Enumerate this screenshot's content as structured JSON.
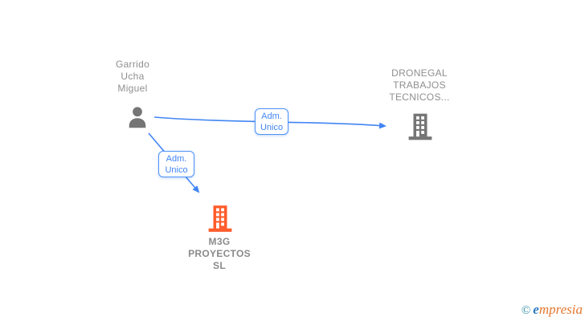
{
  "diagram": {
    "person": {
      "name_lines": [
        "Garrido",
        "Ucha",
        "Miguel"
      ]
    },
    "companies": {
      "dronegal": {
        "name_lines": [
          "DRONEGAL",
          "TRABAJOS",
          "TECNICOS..."
        ]
      },
      "m3g": {
        "name_lines": [
          "M3G",
          "PROYECTOS",
          "SL"
        ]
      }
    },
    "edge_labels": {
      "person_dronegal": {
        "line1": "Adm.",
        "line2": "Unico"
      },
      "person_m3g": {
        "line1": "Adm.",
        "line2": "Unico"
      }
    },
    "colors": {
      "edge_blue": "#4285f4",
      "edge_box_border": "#4f93f7",
      "node_gray": "#757575",
      "highlight_orange": "#ff5c2b",
      "label_gray": "#8f8f8f",
      "watermark_teal": "#2c8a9e",
      "watermark_blue": "#2f79c2",
      "watermark_orange": "#e5762e"
    }
  },
  "watermark": {
    "copyright_symbol": "©",
    "brand_initial": "e",
    "brand_rest": "mpresia"
  }
}
